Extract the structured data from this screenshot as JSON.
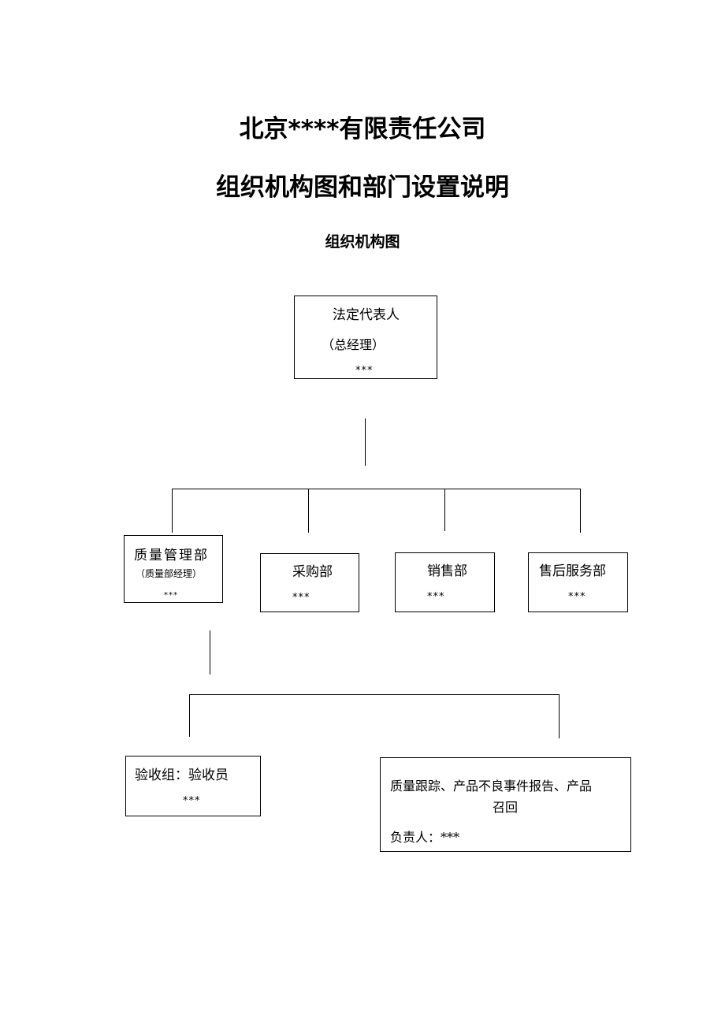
{
  "document": {
    "company_title": "北京****有限责任公司",
    "doc_title": "组织机构图和部门设置说明",
    "section_title": "组织机构图"
  },
  "chart": {
    "root": {
      "label": "法定代表人",
      "sub_label": "（总经理）",
      "person": "***"
    },
    "departments": [
      {
        "label": "质量管理部",
        "sub_label": "（质量部经理）",
        "person": "***"
      },
      {
        "label": "采购部",
        "person": "***"
      },
      {
        "label": "销售部",
        "person": "***"
      },
      {
        "label": "售后服务部",
        "person": "***"
      }
    ],
    "sub_units": [
      {
        "label": "验收组：验收员",
        "person": "***"
      },
      {
        "label_line1": "质量跟踪、产品不良事件报告、产品",
        "label_line2": "召回",
        "person_label": "负责人：***"
      }
    ]
  }
}
